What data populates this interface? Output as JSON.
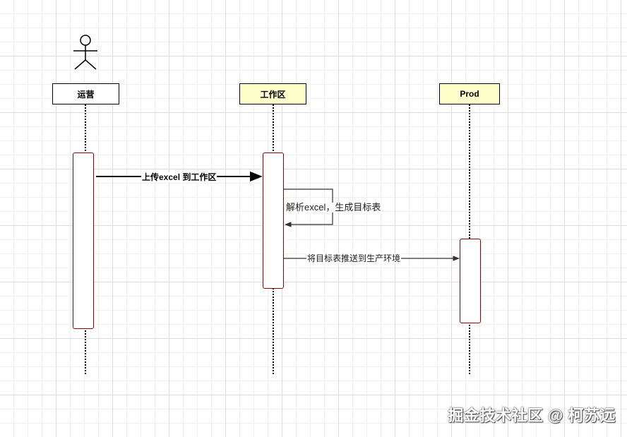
{
  "participants": {
    "ops": {
      "label": "运营",
      "fill": "#ffffff"
    },
    "workspace": {
      "label": "工作区",
      "fill": "#ffffcc"
    },
    "prod": {
      "label": "Prod",
      "fill": "#ffffcc"
    }
  },
  "messages": {
    "upload": "上传excel 到工作区",
    "parse": "解析excel，生成目标表",
    "push": "将目标表推送到生产环境"
  },
  "watermark": "掘金技术社区 @ 柯苏远",
  "colors": {
    "activation_border": "#8b0000",
    "participant_fill": "#ffffcc",
    "grid": "#dcdcdc"
  }
}
